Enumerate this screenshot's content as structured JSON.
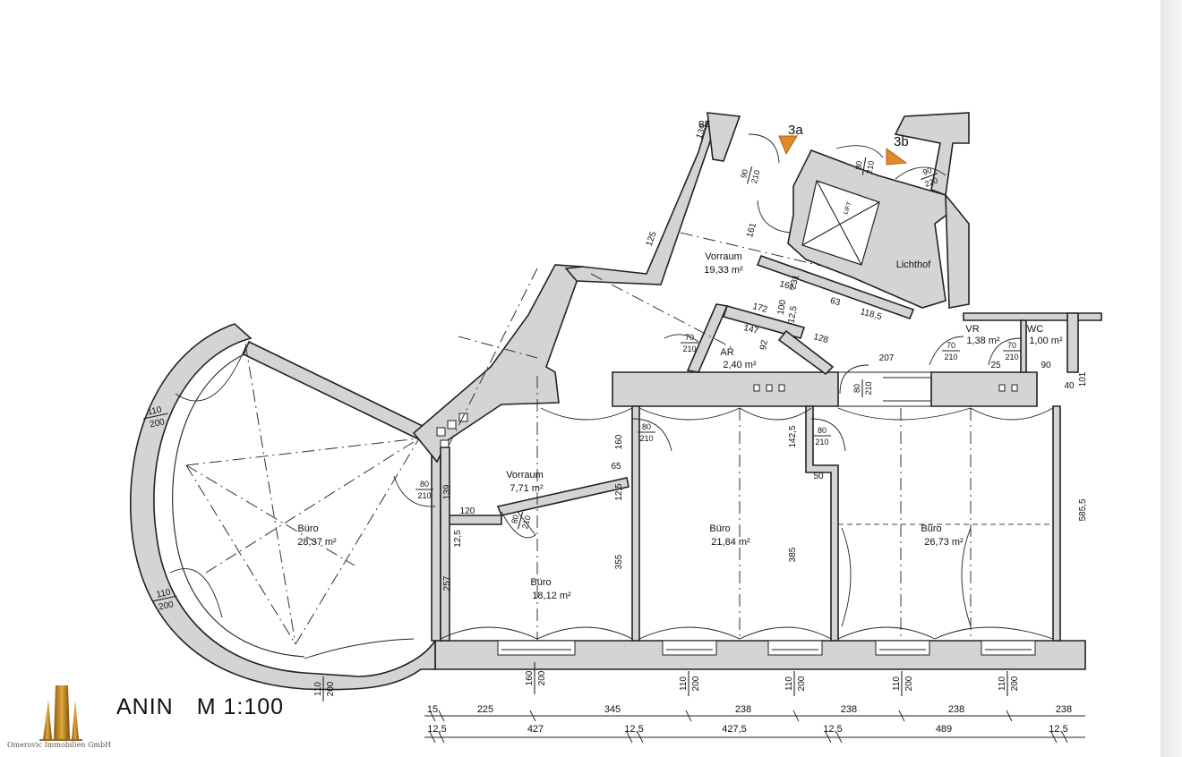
{
  "drawing": {
    "scale_prefix": "ANIN",
    "scale": "M 1:100",
    "logo_text": "Omerovic Immobilien GmbH"
  },
  "markers": {
    "a": "3a",
    "b": "3b"
  },
  "labels": {
    "be": "BE",
    "lift": "LIFT",
    "lichthof": "Lichthof"
  },
  "rooms": [
    {
      "name": "Vorraum",
      "area": "19,33 m²"
    },
    {
      "name": "AR",
      "area": "2,40 m²"
    },
    {
      "name": "VR",
      "area": "1,38 m²"
    },
    {
      "name": "WC",
      "area": "1,00 m²"
    },
    {
      "name": "Büro",
      "area": "28,37 m²"
    },
    {
      "name": "Vorraum",
      "area": "7,71 m²"
    },
    {
      "name": "Büro",
      "area": "18,12 m²"
    },
    {
      "name": "Büro",
      "area": "21,84 m²"
    },
    {
      "name": "Büro",
      "area": "26,73 m²"
    }
  ],
  "doors": {
    "d1": [
      "80",
      "210"
    ],
    "d2": [
      "70",
      "210"
    ],
    "d3": [
      "80",
      "210"
    ],
    "d4": [
      "80",
      "210"
    ],
    "d5": [
      "80",
      "210"
    ],
    "d6": [
      "80",
      "210"
    ],
    "d7": [
      "70",
      "210"
    ],
    "d8": [
      "70",
      "210"
    ],
    "d9": [
      "80",
      "210"
    ],
    "d10": [
      "90",
      "220"
    ],
    "d11": [
      "90",
      "210"
    ]
  },
  "windows": {
    "w1": [
      "110",
      "200"
    ],
    "w2": [
      "110",
      "200"
    ],
    "w3": [
      "110",
      "200"
    ],
    "w4": [
      "160",
      "200"
    ],
    "w5": [
      "110",
      "200"
    ],
    "w6": [
      "110",
      "200"
    ],
    "w7": [
      "110",
      "200"
    ],
    "w8": [
      "110",
      "200"
    ]
  },
  "dims_inner": {
    "d_172": "172",
    "d_147": "147",
    "d_100": "100",
    "d_125a": "12,5",
    "d_92": "92",
    "d_128": "128",
    "d_63": "63",
    "d_1185": "118,5",
    "d_161a": "161",
    "d_161b": "161",
    "d_231": "231",
    "d_207": "207",
    "d_25": "25",
    "d_90": "90",
    "d_40": "40",
    "d_101": "101",
    "d_160": "160",
    "d_65": "65",
    "d_125b": "12,5",
    "d_139": "139",
    "d_120": "120",
    "d_125c": "12,5",
    "d_257": "257",
    "d_355": "355",
    "d_385": "385",
    "d_1425": "142,5",
    "d_50": "50",
    "d_5855": "585,5",
    "d_125d": "125",
    "d_139b": "139"
  },
  "dim_row1": [
    "15",
    "225",
    "345",
    "238",
    "238",
    "238",
    "238"
  ],
  "dim_row2": [
    "12,5",
    "427",
    "12,5",
    "427,5",
    "12,5",
    "489",
    "12,5"
  ]
}
